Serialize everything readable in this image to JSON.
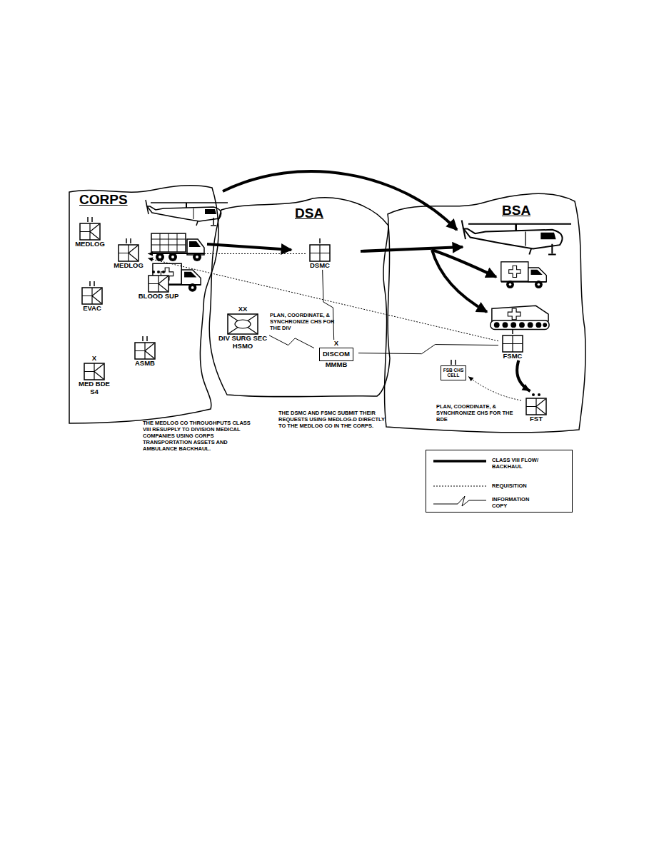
{
  "diagram": {
    "nodes": [
      {
        "text": [
          "CORPS"
        ]
      },
      {
        "text": [
          "MEDLOG"
        ],
        "in": 0
      },
      {
        "text": [
          "MEDLOG"
        ],
        "in": 0
      },
      {
        "text": [
          "EVAC"
        ],
        "in": 0
      },
      {
        "text": [
          "BLOOD SUP"
        ],
        "in": 0
      },
      {
        "text": [
          "ASMB"
        ],
        "in": 0
      },
      {
        "text": [
          "X",
          "MED BDE S4"
        ],
        "in": 0
      },
      {
        "text": [
          "DSA"
        ]
      },
      {
        "text": [
          "DSMC"
        ],
        "in": 7
      },
      {
        "text": [
          "XX",
          "DIV SURG SEC HSMO"
        ],
        "in": 7
      },
      {
        "text": [
          "X",
          "DISCOM",
          "MMMB"
        ],
        "in": 7
      },
      {
        "text": [
          "BSA"
        ]
      },
      {
        "text": [
          "FSMC"
        ],
        "in": 11
      },
      {
        "text": [
          "FSB CHS CELL"
        ],
        "in": 11
      },
      {
        "text": [
          "FST"
        ],
        "in": 11
      }
    ],
    "edges": [
      {
        "from": 8,
        "to": 2,
        "arrow": "to"
      },
      {
        "from": 12,
        "to": 2,
        "arrow": "to"
      },
      {
        "from": 8,
        "to": 10,
        "arrow": "none"
      },
      {
        "from": 9,
        "to": 10,
        "arrow": "none"
      },
      {
        "from": 10,
        "to": 12,
        "arrow": "none"
      },
      {
        "from": 12,
        "to": 14,
        "arrow": "to"
      },
      {
        "from": 14,
        "to": 13,
        "arrow": "to"
      }
    ],
    "labels": [
      "PLAN, COORDINATE, & SYNCHRONIZE CHS FOR THE DIV",
      "PLAN, COORDINATE, & SYNCHRONIZE CHS FOR THE BDE",
      "THE MEDLOG CO THROUGHPUTS CLASS VIII RESUPPLY TO DIVISION MEDICAL COMPANIES USING CORPS TRANSPORTATION ASSETS AND AMBULANCE BACKHAUL.",
      "THE DSMC AND FSMC SUBMIT THEIR REQUESTS USING MEDLOG-D DIRECTLY TO THE MEDLOG CO IN THE CORPS."
    ],
    "legend": [
      {
        "text": "CLASS VIII FLOW/ BACKHAUL"
      },
      {
        "text": "REQUISITION"
      },
      {
        "text": "INFORMATION COPY"
      }
    ]
  }
}
